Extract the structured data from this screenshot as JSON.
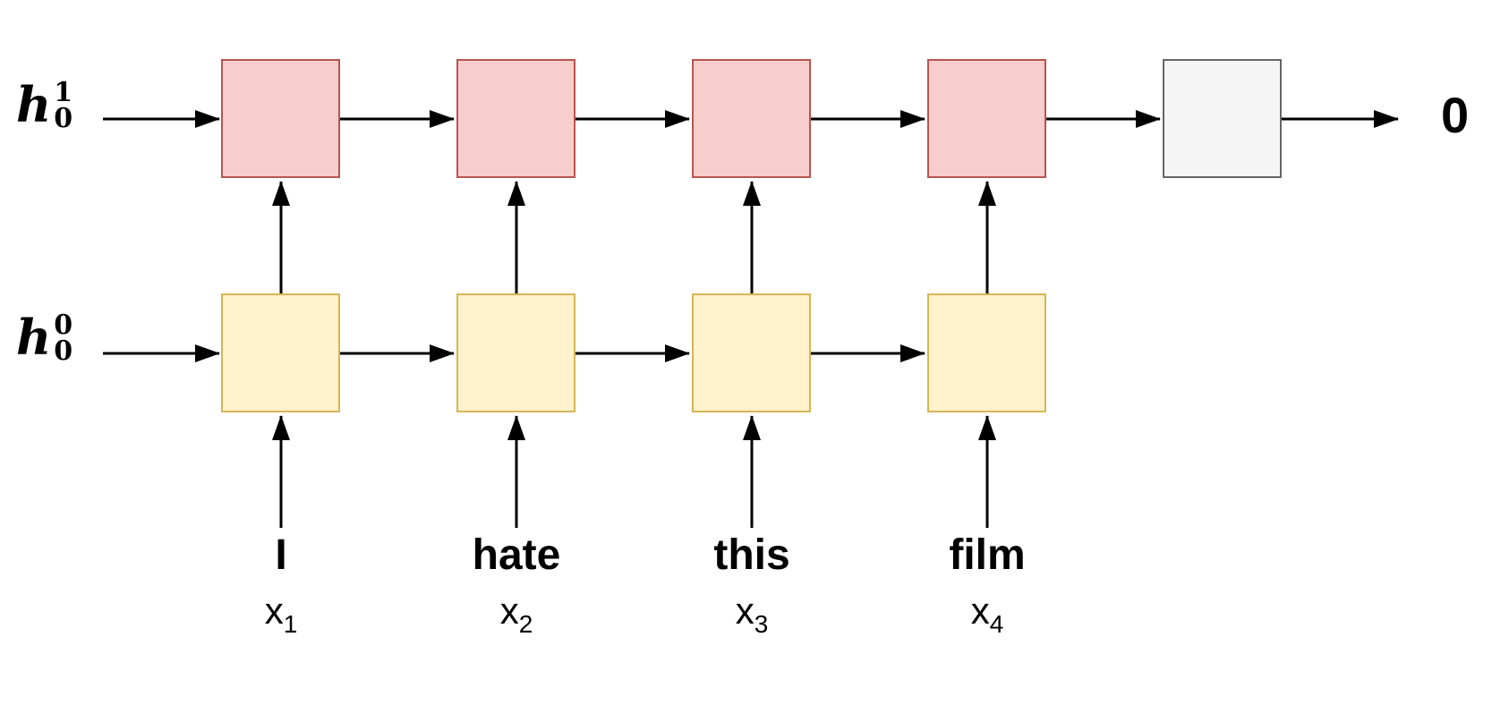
{
  "diagram": {
    "type": "two-layer-rnn",
    "hidden_state_labels": {
      "layer1": {
        "base": "h",
        "sup": "1",
        "sub": "0"
      },
      "layer0": {
        "base": "h",
        "sup": "0",
        "sub": "0"
      }
    },
    "inputs": [
      {
        "word": "I",
        "symbol": "x",
        "index": "1"
      },
      {
        "word": "hate",
        "symbol": "x",
        "index": "2"
      },
      {
        "word": "this",
        "symbol": "x",
        "index": "3"
      },
      {
        "word": "film",
        "symbol": "x",
        "index": "4"
      }
    ],
    "output_label": "0",
    "colors": {
      "layer1_fill": "#f8cecc",
      "layer1_stroke": "#b85450",
      "layer0_fill": "#fff2cc",
      "layer0_stroke": "#d6b656",
      "output_fill": "#f5f5f5",
      "output_stroke": "#666666",
      "arrow": "#000000"
    }
  }
}
